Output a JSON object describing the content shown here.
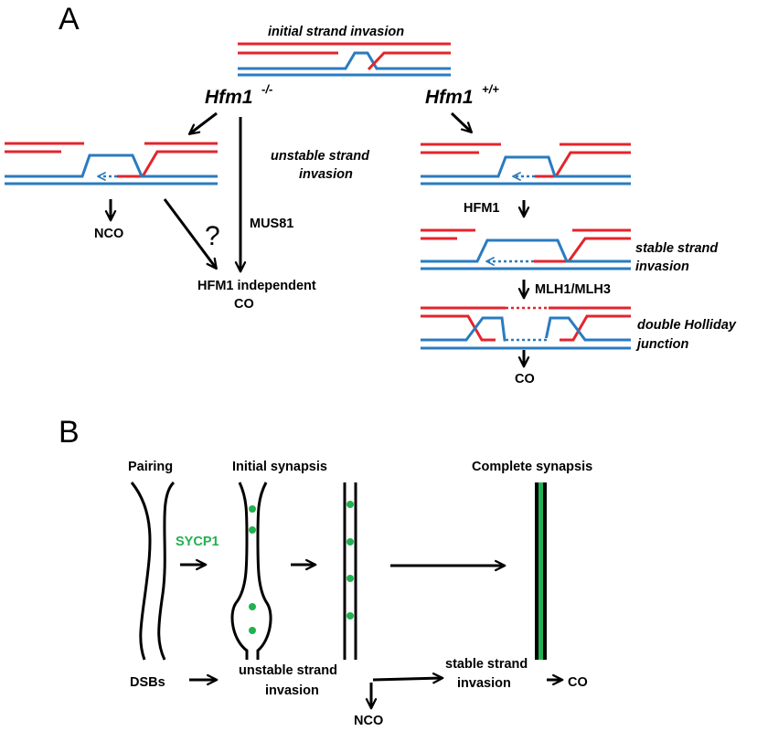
{
  "colors": {
    "red": "#e3252c",
    "blue": "#2a7bbf",
    "green": "#22b150",
    "black": "#000000"
  },
  "panel_a": {
    "letter": "A",
    "initial_strand_invasion": "initial strand invasion",
    "hfm1_ko": "Hfm1",
    "hfm1_ko_sup": "-/-",
    "hfm1_wt": "Hfm1",
    "hfm1_wt_sup": "+/+",
    "unstable_line1": "unstable strand",
    "unstable_line2": "invasion",
    "nco": "NCO",
    "question": "?",
    "mus81": "MUS81",
    "independent_line1": "HFM1 independent",
    "independent_line2": "CO",
    "hfm1": "HFM1",
    "stable_line1": "stable strand",
    "stable_line2": "invasion",
    "mlh": "MLH1/MLH3",
    "dhj_line1": "double Holliday",
    "dhj_line2": "junction",
    "co": "CO"
  },
  "panel_b": {
    "letter": "B",
    "pairing": "Pairing",
    "initial_synapsis": "Initial synapsis",
    "complete_synapsis": "Complete synapsis",
    "sycp1": "SYCP1",
    "dsbs": "DSBs",
    "unstable_line1": "unstable strand",
    "unstable_line2": "invasion",
    "stable_line1": "stable strand",
    "stable_line2": "invasion",
    "co": "CO",
    "nco": "NCO"
  }
}
